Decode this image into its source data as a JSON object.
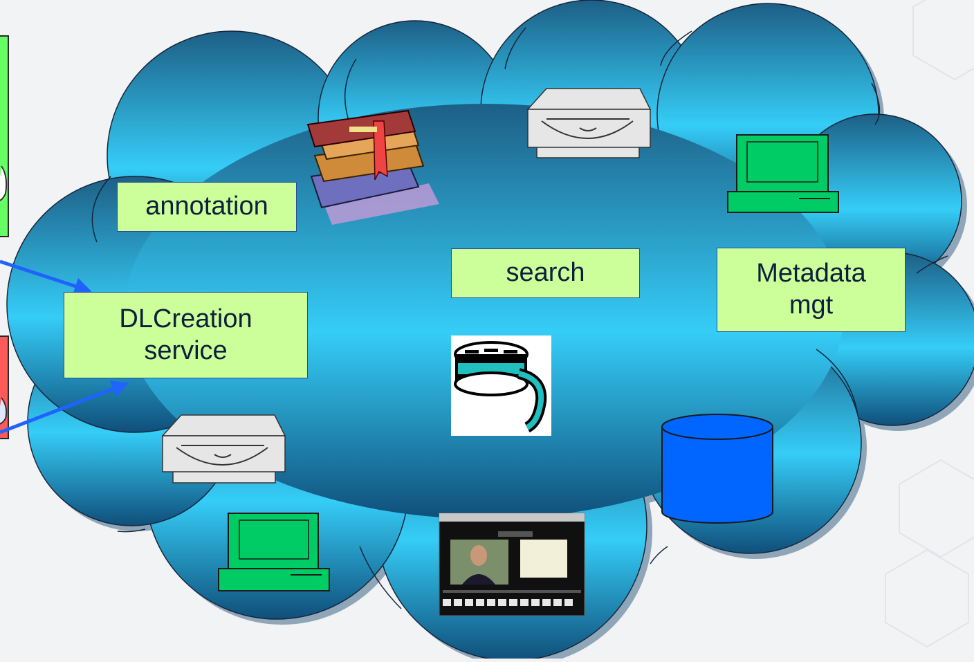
{
  "diagram": {
    "labels": {
      "annotation": "annotation",
      "search": "search",
      "metadata_line1": "Metadata",
      "metadata_line2": "mgt",
      "dlcreation_line1": "DLCreation",
      "dlcreation_line2": "service"
    },
    "colors": {
      "cloud_top": "#1d5f86",
      "cloud_bottom": "#34cdf7",
      "label_box": "#ccff99",
      "arrow": "#1f63ff",
      "computer": "#00cc66",
      "database": "#0066ff",
      "left_panel_top": "#66ff66",
      "left_panel_bottom": "#ff5a5a"
    },
    "icons": [
      "books-icon",
      "disk-drive-icon",
      "computer-icon",
      "film-reel-icon",
      "database-icon",
      "video-screenshot-icon"
    ]
  }
}
